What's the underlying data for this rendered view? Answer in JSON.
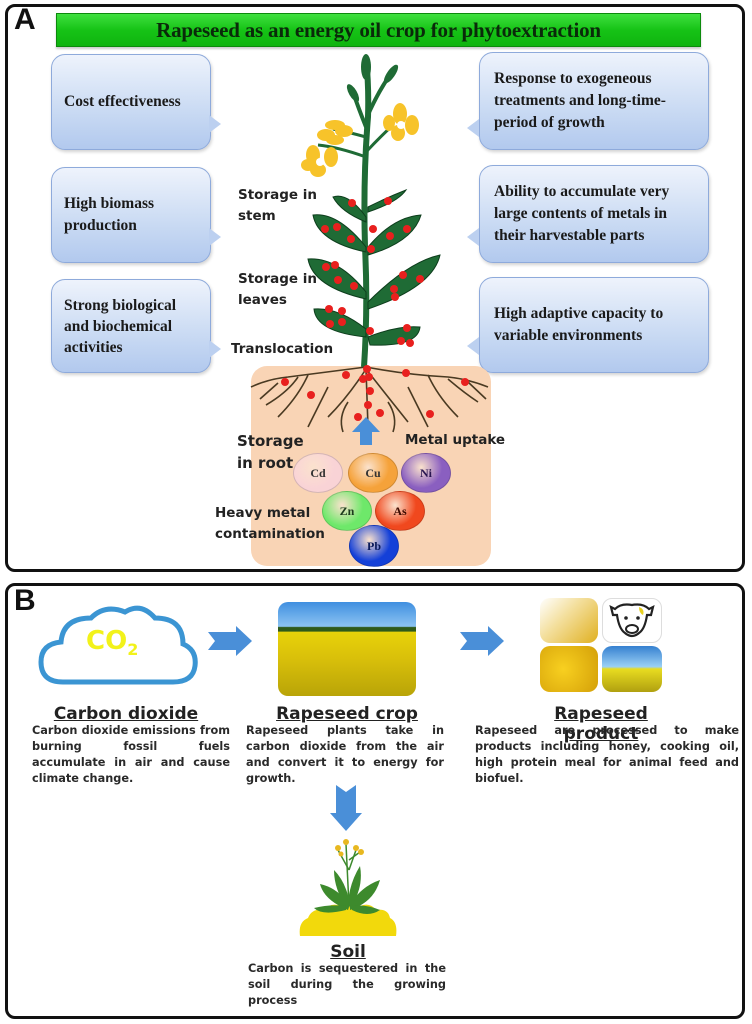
{
  "panel_a": {
    "label": "A",
    "title": "Rapeseed as an energy oil crop for phytoextraction",
    "left_bubbles": [
      {
        "text": "Cost effectiveness"
      },
      {
        "text": "High biomass production"
      },
      {
        "text": "Strong biological and biochemical activities"
      }
    ],
    "right_bubbles": [
      {
        "text": "Response to exogeneous treatments and long-time-period of growth"
      },
      {
        "text": "Ability to accumulate very large contents of metals in their harvestable parts"
      },
      {
        "text": "High adaptive capacity to variable environments"
      }
    ],
    "plant_labels": {
      "storage_stem": "Storage in stem",
      "storage_leaves": "Storage in leaves",
      "translocation": "Translocation",
      "storage_root": "Storage in root",
      "metal_uptake": "Metal uptake",
      "heavy_metal": "Heavy metal contamination"
    },
    "metals": [
      {
        "symbol": "Cd",
        "color": "#f9d3d6"
      },
      {
        "symbol": "Cu",
        "color": "#f5a23a"
      },
      {
        "symbol": "Ni",
        "color": "#8a5fc0"
      },
      {
        "symbol": "Zn",
        "color": "#6ee86a"
      },
      {
        "symbol": "As",
        "color": "#f0481e"
      },
      {
        "symbol": "Pb",
        "color": "#1440d8"
      }
    ]
  },
  "panel_b": {
    "label": "B",
    "co2_label": "CO",
    "co2_subscript": "2",
    "carbon_dioxide": {
      "title": "Carbon dioxide",
      "text": "Carbon dioxide emissions from burning fossil fuels accumulate in air and cause climate change."
    },
    "rapeseed_crop": {
      "title": "Rapeseed crop",
      "text": "Rapeseed plants take in carbon dioxide from the air and convert it to energy for growth."
    },
    "rapeseed_product": {
      "title": "Rapeseed product",
      "text": "Rapeseed are processed to make products including honey, cooking oil, high protein meal for animal feed and biofuel."
    },
    "soil": {
      "title": "Soil",
      "text": "Carbon is sequestered in the soil during the growing process"
    }
  },
  "colors": {
    "title_green": "#16c316",
    "bubble_blue": "#c9daf3",
    "arrow_blue": "#4a8fd8",
    "leaf_green": "#1f6b35",
    "flower_yellow": "#f7c32a",
    "soil_peach": "#f9d4b5",
    "metal_red_dot": "#e8201e"
  }
}
